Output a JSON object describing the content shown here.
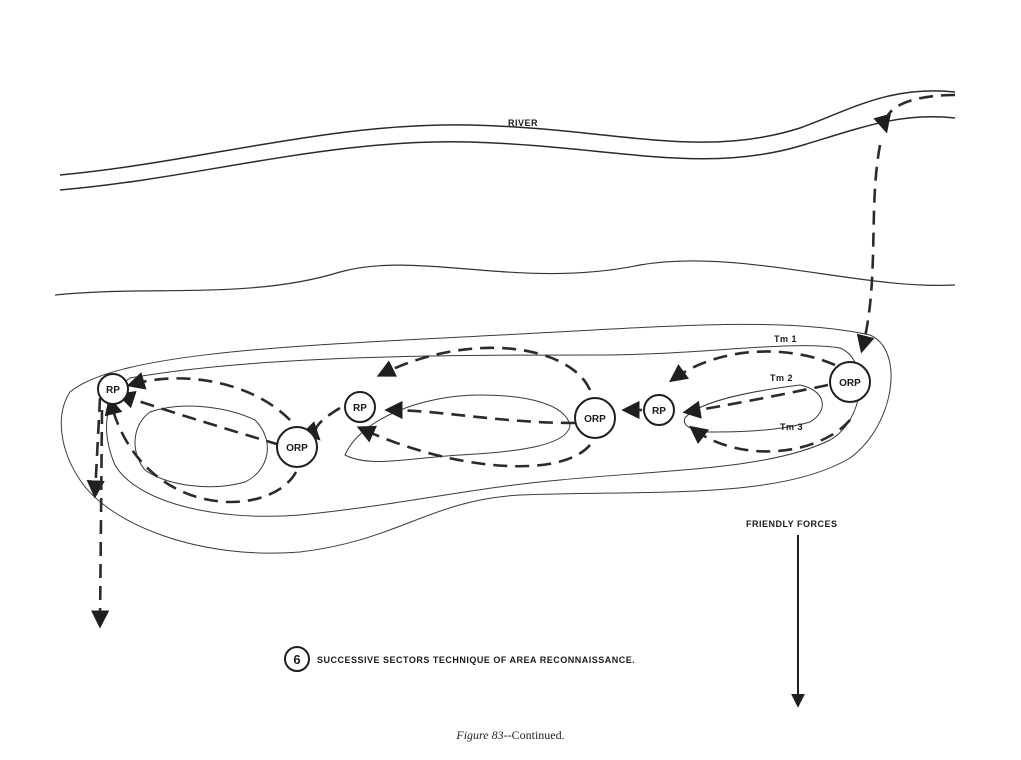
{
  "labels": {
    "river": "RIVER",
    "tm1": "Tm 1",
    "tm2": "Tm 2",
    "tm3": "Tm 3",
    "friendly_forces": "FRIENDLY FORCES"
  },
  "nodes": {
    "rp": "RP",
    "orp": "ORP"
  },
  "legend": {
    "number": "6",
    "text": "SUCCESSIVE SECTORS TECHNIQUE OF AREA RECONNAISSANCE."
  },
  "caption": {
    "figure": "Figure 83",
    "rest": "--Continued."
  },
  "colors": {
    "ink": "#1f1f1f",
    "route": "#2b2b2b",
    "contour": "#3a3a3a"
  }
}
